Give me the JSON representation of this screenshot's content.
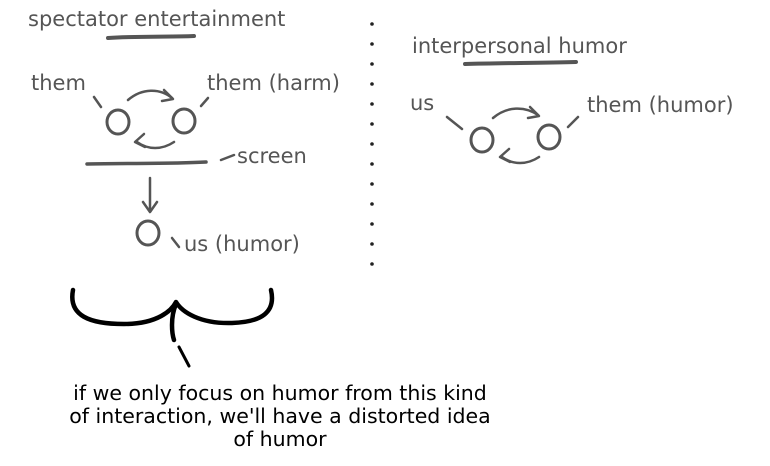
{
  "left_panel": {
    "title": "spectator entertainment",
    "them_label": "them",
    "them_harm_label": "them (harm)",
    "screen_label": "screen",
    "us_humor_label": "us (humor)"
  },
  "right_panel": {
    "title": "interpersonal humor",
    "us_label": "us",
    "them_humor_label": "them (humor)"
  },
  "caption": {
    "line1": "if we only focus on humor from this kind",
    "line2": "of interaction, we'll have a distorted idea",
    "line3": "of humor"
  },
  "colors": {
    "ink": "#555555",
    "dark_ink": "#000000",
    "background": "#ffffff"
  }
}
